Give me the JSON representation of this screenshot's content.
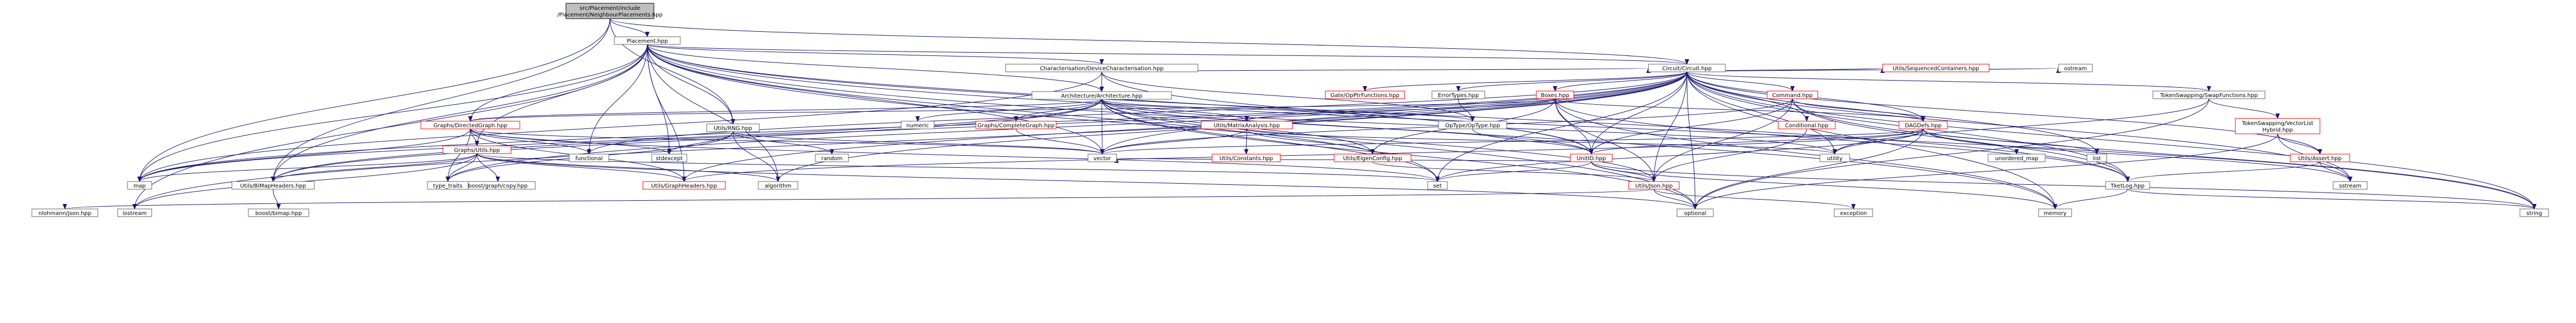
{
  "diagram": {
    "nodes": [
      {
        "id": "root",
        "label": "src/Placement/include\n/Placement/NeighbourPlacements.hpp",
        "kind": "root"
      },
      {
        "id": "placement",
        "label": "Placement.hpp",
        "kind": "file"
      },
      {
        "id": "circuit",
        "label": "Circuit/Circuit.hpp",
        "kind": "file"
      },
      {
        "id": "charac",
        "label": "Characterisation/DeviceCharacterisation.hpp",
        "kind": "file"
      },
      {
        "id": "arch",
        "label": "Architecture/Architecture.hpp",
        "kind": "file"
      },
      {
        "id": "utilsrng",
        "label": "Utils/RNG.hpp",
        "kind": "file"
      },
      {
        "id": "directed",
        "label": "Graphs/DirectedGraph.hpp",
        "kind": "link"
      },
      {
        "id": "graphutils",
        "label": "Graphs/Utils.hpp",
        "kind": "link"
      },
      {
        "id": "completegraph",
        "label": "Graphs/CompleteGraph.hpp",
        "kind": "link"
      },
      {
        "id": "matrixanalysis",
        "label": "Utils/MatrixAnalysis.hpp",
        "kind": "link"
      },
      {
        "id": "constants",
        "label": "Utils/Constants.hpp",
        "kind": "link"
      },
      {
        "id": "eigenconfig",
        "label": "Utils/EigenConfig.hpp",
        "kind": "link"
      },
      {
        "id": "unitid",
        "label": "UnitID.hpp",
        "kind": "link"
      },
      {
        "id": "utilsjson",
        "label": "Utils/Json.hpp",
        "kind": "link"
      },
      {
        "id": "gateop",
        "label": "Gate/OpPtrFunctions.hpp",
        "kind": "link"
      },
      {
        "id": "errortypes",
        "label": "ErrorTypes.hpp",
        "kind": "file"
      },
      {
        "id": "optype",
        "label": "OpType/OpType.hpp",
        "kind": "file"
      },
      {
        "id": "boxes",
        "label": "Boxes.hpp",
        "kind": "link"
      },
      {
        "id": "command",
        "label": "Command.hpp",
        "kind": "link"
      },
      {
        "id": "conditional",
        "label": "Conditional.hpp",
        "kind": "link"
      },
      {
        "id": "dagdefs",
        "label": "DAGDefs.hpp",
        "kind": "link"
      },
      {
        "id": "seqcont",
        "label": "Utils/SequencedContainers.hpp",
        "kind": "link"
      },
      {
        "id": "swapfn",
        "label": "TokenSwapping/SwapFunctions.hpp",
        "kind": "file"
      },
      {
        "id": "vectorlist",
        "label": "TokenSwapping/VectorList\nHybrid.hpp",
        "kind": "link"
      },
      {
        "id": "assert",
        "label": "Utils/Assert.hpp",
        "kind": "link"
      },
      {
        "id": "tketlog",
        "label": "TketLog.hpp",
        "kind": "file"
      },
      {
        "id": "bimap",
        "label": "Utils/BiMapHeaders.hpp",
        "kind": "file"
      },
      {
        "id": "graphheaders",
        "label": "Utils/GraphHeaders.hpp",
        "kind": "link"
      },
      {
        "id": "boostbimap",
        "label": "boost/bimap.hpp",
        "kind": "plain"
      },
      {
        "id": "boostcopy",
        "label": "boost/graph/copy.hpp",
        "kind": "plain"
      },
      {
        "id": "nlohmann",
        "label": "nlohmann/json.hpp",
        "kind": "plain"
      },
      {
        "id": "map",
        "label": "map",
        "kind": "plain"
      },
      {
        "id": "iostream",
        "label": "iostream",
        "kind": "plain"
      },
      {
        "id": "typetraits",
        "label": "type_traits",
        "kind": "plain"
      },
      {
        "id": "algorithm",
        "label": "algorithm",
        "kind": "plain"
      },
      {
        "id": "functional",
        "label": "functional",
        "kind": "plain"
      },
      {
        "id": "stdexcept",
        "label": "stdexcept",
        "kind": "plain"
      },
      {
        "id": "random",
        "label": "random",
        "kind": "plain"
      },
      {
        "id": "numeric",
        "label": "numeric",
        "kind": "plain"
      },
      {
        "id": "vector",
        "label": "vector",
        "kind": "plain"
      },
      {
        "id": "set",
        "label": "set",
        "kind": "plain"
      },
      {
        "id": "utility",
        "label": "utility",
        "kind": "plain"
      },
      {
        "id": "optional",
        "label": "optional",
        "kind": "plain"
      },
      {
        "id": "exception",
        "label": "exception",
        "kind": "plain"
      },
      {
        "id": "memory",
        "label": "memory",
        "kind": "plain"
      },
      {
        "id": "string",
        "label": "string",
        "kind": "plain"
      },
      {
        "id": "sstream",
        "label": "sstream",
        "kind": "plain"
      },
      {
        "id": "ostream",
        "label": "ostream",
        "kind": "plain"
      },
      {
        "id": "unorderedmap",
        "label": "unordered_map",
        "kind": "plain"
      },
      {
        "id": "list",
        "label": "list",
        "kind": "plain"
      }
    ],
    "edges": [
      [
        "root",
        "placement"
      ],
      [
        "root",
        "circuit"
      ],
      [
        "root",
        "bimap"
      ],
      [
        "root",
        "utilsrng"
      ],
      [
        "root",
        "map"
      ],
      [
        "placement",
        "charac"
      ],
      [
        "placement",
        "arch"
      ],
      [
        "placement",
        "circuit"
      ],
      [
        "placement",
        "directed"
      ],
      [
        "placement",
        "graphutils"
      ],
      [
        "placement",
        "utilsrng"
      ],
      [
        "placement",
        "bimap"
      ],
      [
        "placement",
        "graphheaders"
      ],
      [
        "placement",
        "map"
      ],
      [
        "placement",
        "iostream"
      ],
      [
        "placement",
        "functional"
      ],
      [
        "placement",
        "stdexcept"
      ],
      [
        "placement",
        "algorithm"
      ],
      [
        "placement",
        "set"
      ],
      [
        "placement",
        "vector"
      ],
      [
        "placement",
        "unitid"
      ],
      [
        "placement",
        "tketlog"
      ],
      [
        "placement",
        "string"
      ],
      [
        "placement",
        "memory"
      ],
      [
        "placement",
        "optional"
      ],
      [
        "charac",
        "arch"
      ],
      [
        "charac",
        "circuit"
      ],
      [
        "charac",
        "optype"
      ],
      [
        "charac",
        "map"
      ],
      [
        "charac",
        "unitid"
      ],
      [
        "arch",
        "completegraph"
      ],
      [
        "arch",
        "directed"
      ],
      [
        "arch",
        "matrixanalysis"
      ],
      [
        "arch",
        "bimap"
      ],
      [
        "arch",
        "unitid"
      ],
      [
        "arch",
        "numeric"
      ],
      [
        "arch",
        "vector"
      ],
      [
        "arch",
        "utility"
      ],
      [
        "arch",
        "set"
      ],
      [
        "arch",
        "eigenconfig"
      ],
      [
        "arch",
        "optional"
      ],
      [
        "arch",
        "utilsjson"
      ],
      [
        "arch",
        "optype"
      ],
      [
        "arch",
        "map"
      ],
      [
        "utilsrng",
        "algorithm"
      ],
      [
        "utilsrng",
        "random"
      ],
      [
        "utilsrng",
        "stdexcept"
      ],
      [
        "utilsrng",
        "vector"
      ],
      [
        "utilsrng",
        "typetraits"
      ],
      [
        "directed",
        "graphutils"
      ],
      [
        "directed",
        "functional"
      ],
      [
        "directed",
        "stdexcept"
      ],
      [
        "directed",
        "map"
      ],
      [
        "directed",
        "typetraits"
      ],
      [
        "directed",
        "graphheaders"
      ],
      [
        "directed",
        "set"
      ],
      [
        "directed",
        "vector"
      ],
      [
        "graphutils",
        "bimap"
      ],
      [
        "graphutils",
        "graphheaders"
      ],
      [
        "graphutils",
        "algorithm"
      ],
      [
        "graphutils",
        "boostcopy"
      ],
      [
        "graphutils",
        "typetraits"
      ],
      [
        "graphutils",
        "iostream"
      ],
      [
        "graphutils",
        "map"
      ],
      [
        "graphutils",
        "set"
      ],
      [
        "graphutils",
        "optional"
      ],
      [
        "bimap",
        "boostbimap"
      ],
      [
        "completegraph",
        "vector"
      ],
      [
        "matrixanalysis",
        "eigenconfig"
      ],
      [
        "matrixanalysis",
        "constants"
      ],
      [
        "matrixanalysis",
        "vector"
      ],
      [
        "matrixanalysis",
        "utility"
      ],
      [
        "eigenconfig",
        "utilsjson"
      ],
      [
        "unitid",
        "utilsjson"
      ],
      [
        "unitid",
        "set"
      ],
      [
        "unitid",
        "string"
      ],
      [
        "unitid",
        "vector"
      ],
      [
        "unitid",
        "memory"
      ],
      [
        "utilsjson",
        "nlohmann"
      ],
      [
        "utilsjson",
        "optional"
      ],
      [
        "utilsjson",
        "exception"
      ],
      [
        "circuit",
        "gateop"
      ],
      [
        "circuit",
        "errortypes"
      ],
      [
        "circuit",
        "boxes"
      ],
      [
        "circuit",
        "command"
      ],
      [
        "circuit",
        "conditional"
      ],
      [
        "circuit",
        "dagdefs"
      ],
      [
        "circuit",
        "seqcont"
      ],
      [
        "circuit",
        "swapfn"
      ],
      [
        "circuit",
        "ostream"
      ],
      [
        "circuit",
        "unitid"
      ],
      [
        "circuit",
        "tketlog"
      ],
      [
        "circuit",
        "assert"
      ],
      [
        "circuit",
        "utilsjson"
      ],
      [
        "circuit",
        "map"
      ],
      [
        "circuit",
        "functional"
      ],
      [
        "circuit",
        "vector"
      ],
      [
        "circuit",
        "utility"
      ],
      [
        "circuit",
        "list"
      ],
      [
        "circuit",
        "optional"
      ],
      [
        "circuit",
        "memory"
      ],
      [
        "circuit",
        "string"
      ],
      [
        "circuit",
        "sstream"
      ],
      [
        "circuit",
        "bimap"
      ],
      [
        "circuit",
        "graphheaders"
      ],
      [
        "circuit",
        "typetraits"
      ],
      [
        "circuit",
        "algorithm"
      ],
      [
        "circuit",
        "iostream"
      ],
      [
        "circuit",
        "set"
      ],
      [
        "errortypes",
        "optype"
      ],
      [
        "optype",
        "unitid"
      ],
      [
        "boxes",
        "matrixanalysis"
      ],
      [
        "boxes",
        "eigenconfig"
      ],
      [
        "boxes",
        "unitid"
      ],
      [
        "boxes",
        "utilsjson"
      ],
      [
        "boxes",
        "dagdefs"
      ],
      [
        "boxes",
        "memory"
      ],
      [
        "boxes",
        "tketlog"
      ],
      [
        "boxes",
        "directed"
      ],
      [
        "command",
        "unitid"
      ],
      [
        "command",
        "dagdefs"
      ],
      [
        "command",
        "utilsjson"
      ],
      [
        "command",
        "tketlog"
      ],
      [
        "command",
        "string"
      ],
      [
        "command",
        "vector"
      ],
      [
        "conditional",
        "utilsjson"
      ],
      [
        "dagdefs",
        "vector"
      ],
      [
        "dagdefs",
        "utility"
      ],
      [
        "dagdefs",
        "unorderedmap"
      ],
      [
        "dagdefs",
        "list"
      ],
      [
        "dagdefs",
        "set"
      ],
      [
        "dagdefs",
        "optional"
      ],
      [
        "dagdefs",
        "unitid"
      ],
      [
        "dagdefs",
        "graphheaders"
      ],
      [
        "dagdefs",
        "sstream"
      ],
      [
        "swapfn",
        "vectorlist"
      ],
      [
        "swapfn",
        "utility"
      ],
      [
        "swapfn",
        "optional"
      ],
      [
        "vectorlist",
        "assert"
      ],
      [
        "vectorlist",
        "sstream"
      ],
      [
        "vectorlist",
        "optional"
      ],
      [
        "assert",
        "tketlog"
      ],
      [
        "assert",
        "sstream"
      ],
      [
        "tketlog",
        "memory"
      ],
      [
        "tketlog",
        "string"
      ]
    ]
  }
}
